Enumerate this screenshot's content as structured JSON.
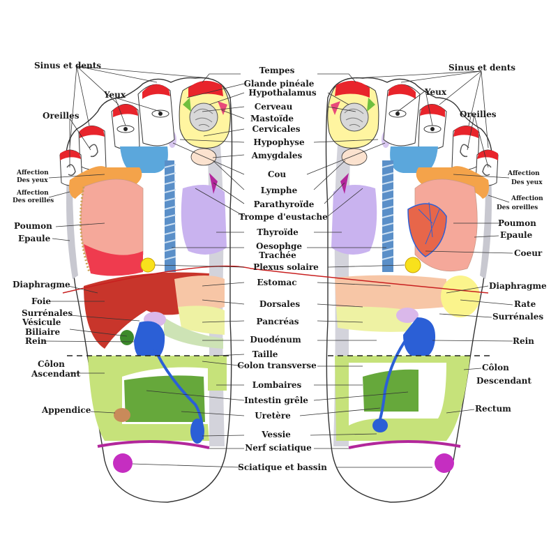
{
  "center_labels": {
    "tempes": "Tempes",
    "glande_pineale": "Glande pinéale",
    "hypothalamus": "Hypothalamus",
    "cerveau": "Cerveau",
    "mastoide": "Mastoïde",
    "cervicales": "Cervicales",
    "hypophyse": "Hypophyse",
    "amygdales": "Amygdales",
    "cou": "Cou",
    "lymphe": "Lymphe",
    "parathyroide": "Parathyroïde",
    "trompe": "Trompe d'eustache",
    "thyroide": "Thyroïde",
    "oesophage": "Oesophge",
    "trachee": "Trachée",
    "plexus": "Plexus solaire",
    "estomac": "Estomac",
    "dorsales": "Dorsales",
    "pancreas": "Pancréas",
    "duodenum": "Duodénum",
    "taille": "Taille",
    "colon_transverse": "Colon transverse",
    "lombaires": "Lombaires",
    "intestin": "Intestin grêle",
    "uretere": "Uretère",
    "vessie": "Vessie",
    "nerf": "Nerf sciatique",
    "sciatique": "Sciatique et bassin"
  },
  "left_labels": {
    "sinus": "Sinus et dents",
    "yeux": "Yeux",
    "oreilles": "Oreilles",
    "affection_yeux_1": "Affection",
    "affection_yeux_2": "Des yeux",
    "affection_oreilles_1": "Affection",
    "affection_oreilles_2": "Des oreilles",
    "poumon": "Poumon",
    "epaule": "Epaule",
    "diaphragme": "Diaphragme",
    "foie": "Foie",
    "surrenales": "Surrénales",
    "vesicule": "Vésicule",
    "biliaire": "Biliaire",
    "rein": "Rein",
    "colon": "Côlon",
    "ascendant": "Ascendant",
    "appendice": "Appendice"
  },
  "right_labels": {
    "sinus": "Sinus et dents",
    "yeux": "Yeux",
    "oreilles": "Oreilles",
    "affection_yeux_1": "Affection",
    "affection_yeux_2": "Des yeux",
    "affection_oreilles_1": "Affection",
    "affection_oreilles_2": "Des oreilles",
    "poumon": "Poumon",
    "epaule": "Epaule",
    "coeur": "Coeur",
    "diaphragme": "Diaphragme",
    "rate": "Rate",
    "surrenales": "Surrénales",
    "rein": "Rein",
    "colon": "Côlon",
    "descendant": "Descendant",
    "rectum": "Rectum"
  },
  "colors": {
    "toe_tip": "#e8242b",
    "head": "#fff5a0",
    "spine": "#5a8fc8",
    "lungs": "#f5a89a",
    "lung_base": "#ef3b4e",
    "liver": "#c8352b",
    "stomach": "#f7c6a6",
    "kidney": "#2b5fd6",
    "colon": "#c6e27a",
    "intestine": "#66a83b",
    "thyroid": "#c9b3ef",
    "sciatic": "#b2279b",
    "ear_band": "#f4a34a",
    "eye_band": "#5ba7dc",
    "plexus": "#f8e11c"
  }
}
